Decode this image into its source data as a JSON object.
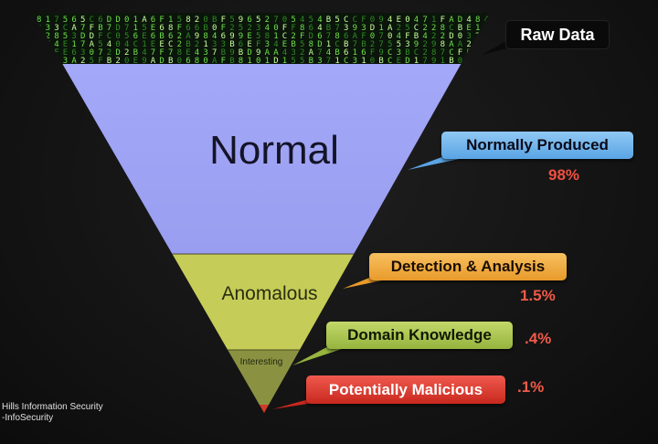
{
  "funnel": {
    "levels": [
      {
        "label": "Normal",
        "color": "#a0a4f4"
      },
      {
        "label": "Anomalous",
        "color": "#c6ce5a"
      },
      {
        "label": "Interesting",
        "color": "#8a9242"
      }
    ],
    "top_band_color": "#3a7a2a"
  },
  "callouts": {
    "raw_data": "Raw Data",
    "normal": {
      "label": "Normally Produced",
      "percent": "98%"
    },
    "detection": {
      "label": "Detection & Analysis",
      "percent": "1.5%"
    },
    "domain": {
      "label": "Domain Knowledge",
      "percent": ".4%"
    },
    "malicious": {
      "label": "Potentially Malicious",
      "percent": ".1%"
    }
  },
  "credit": {
    "line1": "Hills Information Security",
    "line2": "-InfoSecurity"
  }
}
